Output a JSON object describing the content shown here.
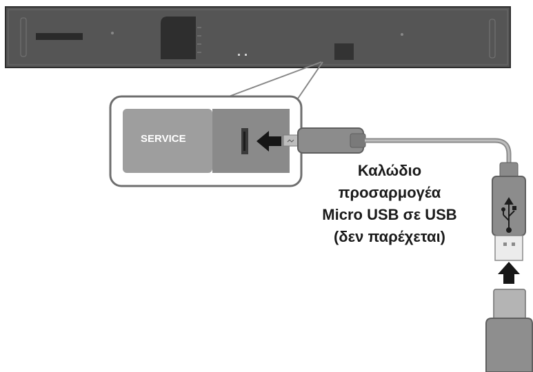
{
  "port_label": "SERVICE",
  "cable_caption": {
    "lines": [
      "Καλώδιο",
      "προσαρμογέα",
      "Micro USB σε USB",
      "(δεν παρέχεται)"
    ]
  }
}
